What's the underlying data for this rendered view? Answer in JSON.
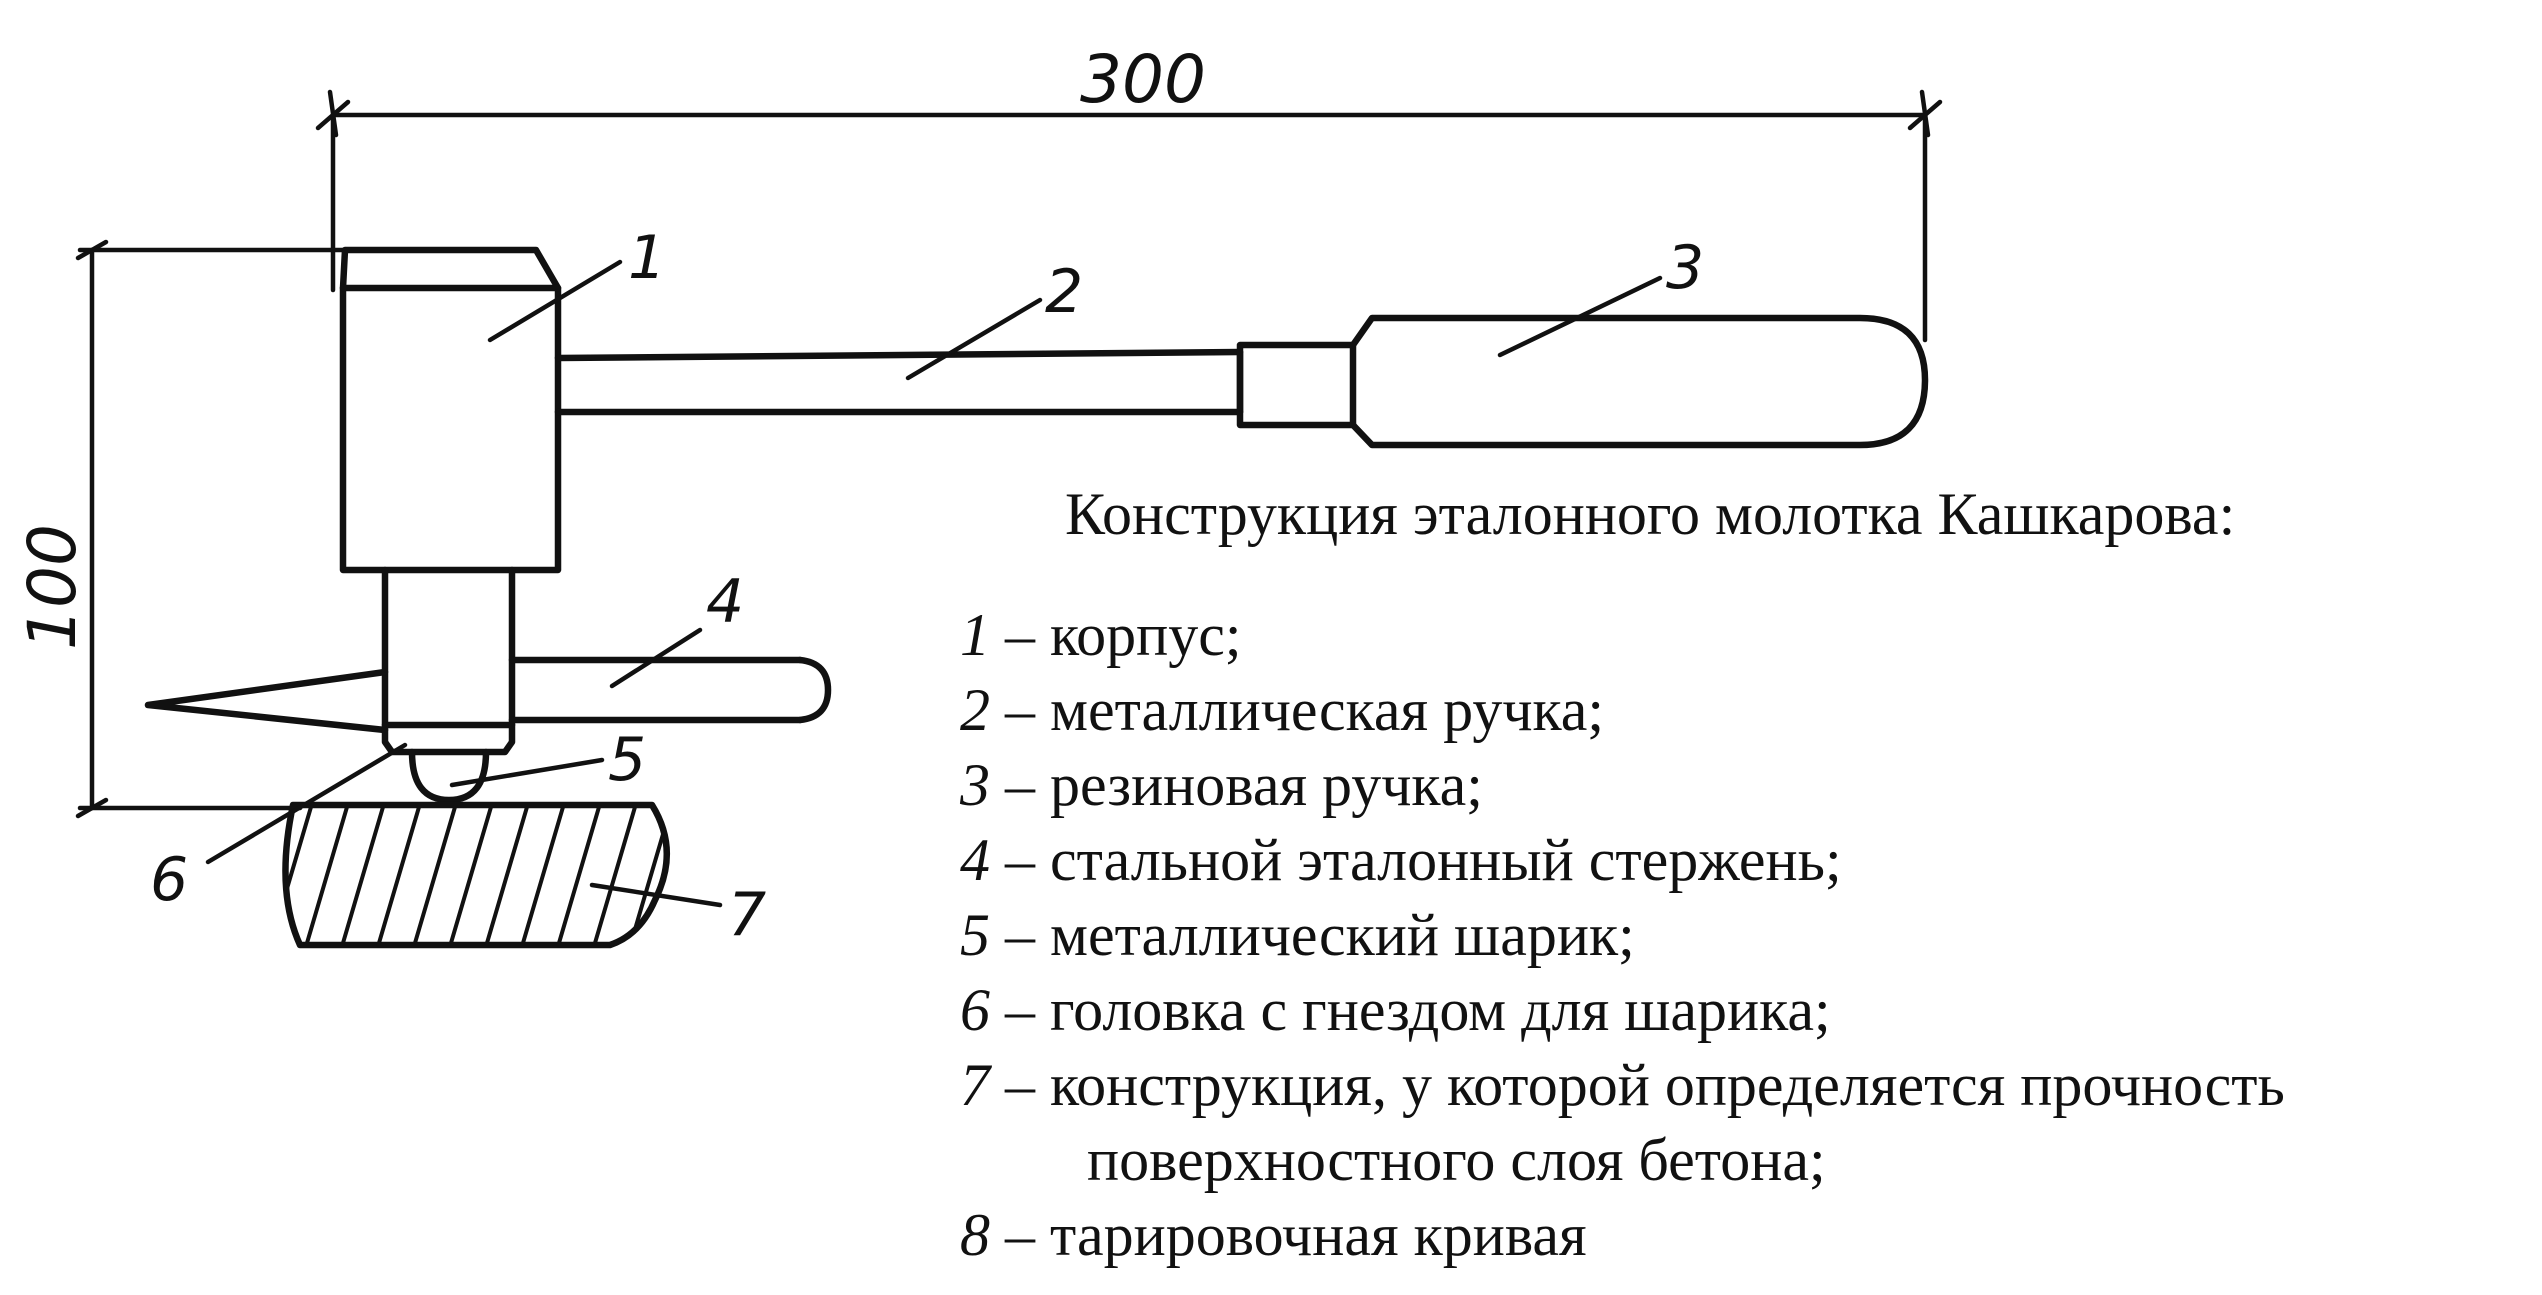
{
  "dimensions": {
    "length": "300",
    "height": "100"
  },
  "callouts": [
    "1",
    "2",
    "3",
    "4",
    "5",
    "6",
    "7"
  ],
  "caption": {
    "title": "Конструкция эталонного молотка Кашкарова:",
    "items": [
      {
        "num": "1",
        "dash": " – ",
        "text": "корпус;"
      },
      {
        "num": "2",
        "dash": " – ",
        "text": "металлическая ручка;"
      },
      {
        "num": "3",
        "dash": " – ",
        "text": "резиновая ручка;"
      },
      {
        "num": "4",
        "dash": " – ",
        "text": "стальной эталонный стержень;"
      },
      {
        "num": "5",
        "dash": " – ",
        "text": "металлический шарик;"
      },
      {
        "num": "6",
        "dash": " – ",
        "text": "головка с гнездом для шарика;"
      },
      {
        "num": "7",
        "dash": " – ",
        "text": "конструкция, у которой определяется прочность"
      },
      {
        "num": "8",
        "dash": " – ",
        "text": "тарировочная кривая"
      }
    ],
    "item7_continuation": "поверхностного слоя бетона;"
  }
}
